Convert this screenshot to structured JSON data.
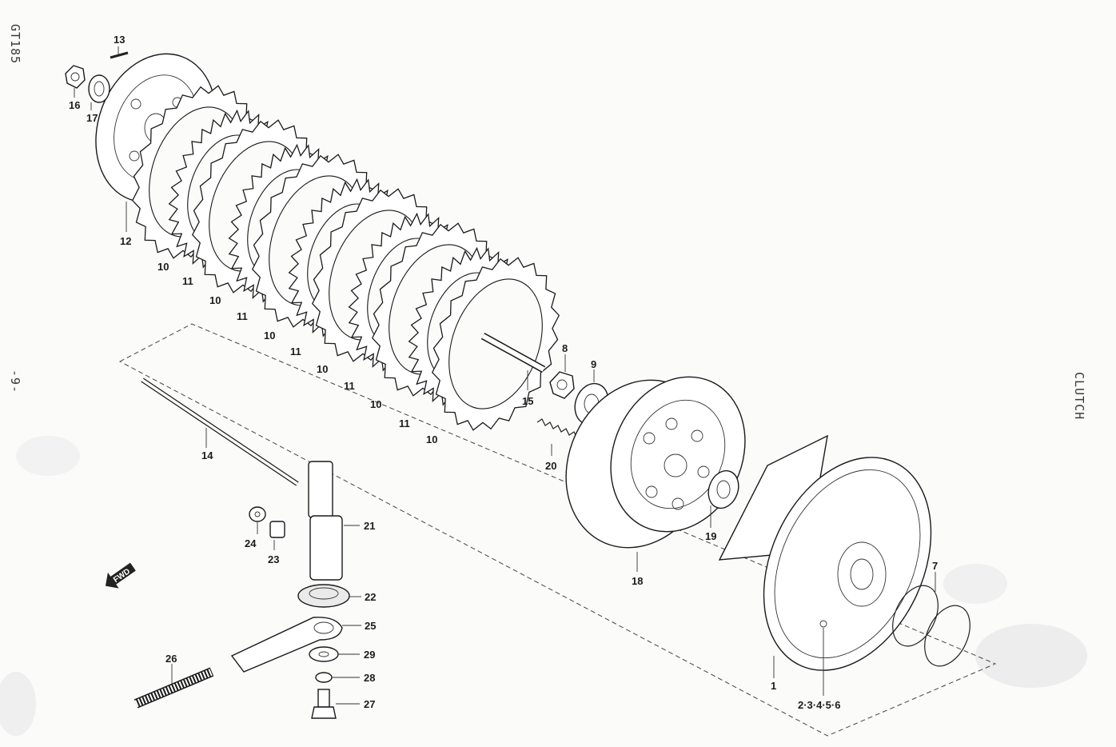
{
  "page": {
    "model": "GT185",
    "page_number": "-9-",
    "section_title": "CLUTCH"
  },
  "fwd_arrow": {
    "label": "FWD"
  },
  "callouts": [
    {
      "id": "c13",
      "text": "13"
    },
    {
      "id": "c16",
      "text": "16"
    },
    {
      "id": "c17",
      "text": "17"
    },
    {
      "id": "c12",
      "text": "12"
    },
    {
      "id": "c10a",
      "text": "10"
    },
    {
      "id": "c11a",
      "text": "11"
    },
    {
      "id": "c10b",
      "text": "10"
    },
    {
      "id": "c11b",
      "text": "11"
    },
    {
      "id": "c10c",
      "text": "10"
    },
    {
      "id": "c11c",
      "text": "11"
    },
    {
      "id": "c10d",
      "text": "10"
    },
    {
      "id": "c11d",
      "text": "11"
    },
    {
      "id": "c10e",
      "text": "10"
    },
    {
      "id": "c11e",
      "text": "11"
    },
    {
      "id": "c10f",
      "text": "10"
    },
    {
      "id": "c15",
      "text": "15"
    },
    {
      "id": "c8",
      "text": "8"
    },
    {
      "id": "c9",
      "text": "9"
    },
    {
      "id": "c20",
      "text": "20"
    },
    {
      "id": "c14",
      "text": "14"
    },
    {
      "id": "c21",
      "text": "21"
    },
    {
      "id": "c24",
      "text": "24"
    },
    {
      "id": "c23",
      "text": "23"
    },
    {
      "id": "c22",
      "text": "22"
    },
    {
      "id": "c25",
      "text": "25"
    },
    {
      "id": "c29",
      "text": "29"
    },
    {
      "id": "c28",
      "text": "28"
    },
    {
      "id": "c27",
      "text": "27"
    },
    {
      "id": "c26",
      "text": "26"
    },
    {
      "id": "c18",
      "text": "18"
    },
    {
      "id": "c19",
      "text": "19"
    },
    {
      "id": "c7",
      "text": "7"
    },
    {
      "id": "c1",
      "text": "1"
    },
    {
      "id": "c2to6",
      "text": "2·3·4·5·6"
    }
  ]
}
